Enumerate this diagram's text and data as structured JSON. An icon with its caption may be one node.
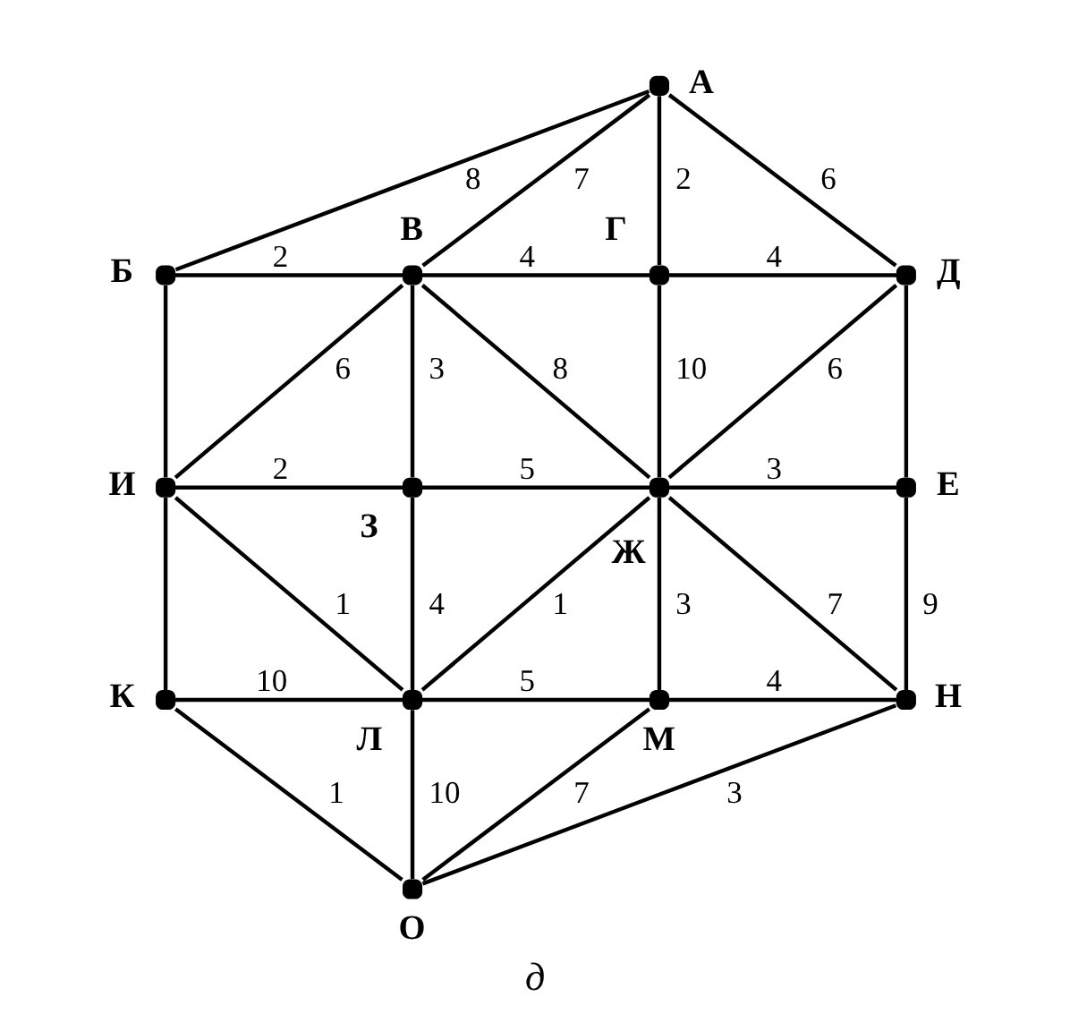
{
  "diagram": {
    "caption": "д",
    "nodes": [
      {
        "text": [
          "А"
        ]
      },
      {
        "text": [
          "Б"
        ]
      },
      {
        "text": [
          "В"
        ]
      },
      {
        "text": [
          "Г"
        ]
      },
      {
        "text": [
          "Д"
        ]
      },
      {
        "text": [
          "И"
        ]
      },
      {
        "text": [
          "З"
        ]
      },
      {
        "text": [
          "Ж"
        ]
      },
      {
        "text": [
          "Е"
        ]
      },
      {
        "text": [
          "К"
        ]
      },
      {
        "text": [
          "Л"
        ]
      },
      {
        "text": [
          "М"
        ]
      },
      {
        "text": [
          "Н"
        ]
      },
      {
        "text": [
          "О"
        ]
      }
    ],
    "edges": [
      {
        "from": 0,
        "to": 1,
        "arrow": "none",
        "label": "8"
      },
      {
        "from": 0,
        "to": 2,
        "arrow": "none",
        "label": "7"
      },
      {
        "from": 0,
        "to": 3,
        "arrow": "none",
        "label": "2"
      },
      {
        "from": 0,
        "to": 4,
        "arrow": "none",
        "label": "6"
      },
      {
        "from": 1,
        "to": 2,
        "arrow": "none",
        "label": "2"
      },
      {
        "from": 2,
        "to": 3,
        "arrow": "none",
        "label": "4"
      },
      {
        "from": 3,
        "to": 4,
        "arrow": "none",
        "label": "4"
      },
      {
        "from": 1,
        "to": 5,
        "arrow": "none"
      },
      {
        "from": 2,
        "to": 5,
        "arrow": "none",
        "label": "6"
      },
      {
        "from": 2,
        "to": 6,
        "arrow": "none",
        "label": "3"
      },
      {
        "from": 2,
        "to": 7,
        "arrow": "none",
        "label": "8"
      },
      {
        "from": 3,
        "to": 7,
        "arrow": "none",
        "label": "10"
      },
      {
        "from": 4,
        "to": 7,
        "arrow": "none",
        "label": "6"
      },
      {
        "from": 4,
        "to": 8,
        "arrow": "none"
      },
      {
        "from": 5,
        "to": 6,
        "arrow": "none",
        "label": "2"
      },
      {
        "from": 6,
        "to": 7,
        "arrow": "none",
        "label": "5"
      },
      {
        "from": 7,
        "to": 8,
        "arrow": "none",
        "label": "3"
      },
      {
        "from": 5,
        "to": 9,
        "arrow": "none"
      },
      {
        "from": 5,
        "to": 10,
        "arrow": "none",
        "label": "1"
      },
      {
        "from": 6,
        "to": 10,
        "arrow": "none",
        "label": "4"
      },
      {
        "from": 7,
        "to": 10,
        "arrow": "none",
        "label": "1"
      },
      {
        "from": 7,
        "to": 11,
        "arrow": "none",
        "label": "3"
      },
      {
        "from": 7,
        "to": 12,
        "arrow": "none",
        "label": "7"
      },
      {
        "from": 8,
        "to": 12,
        "arrow": "none",
        "label": "9"
      },
      {
        "from": 9,
        "to": 10,
        "arrow": "none",
        "label": "10"
      },
      {
        "from": 10,
        "to": 11,
        "arrow": "none",
        "label": "5"
      },
      {
        "from": 11,
        "to": 12,
        "arrow": "none",
        "label": "4"
      },
      {
        "from": 9,
        "to": 13,
        "arrow": "none",
        "label": "1"
      },
      {
        "from": 10,
        "to": 13,
        "arrow": "none",
        "label": "10"
      },
      {
        "from": 11,
        "to": 13,
        "arrow": "none",
        "label": "7"
      },
      {
        "from": 12,
        "to": 13,
        "arrow": "none",
        "label": "3"
      }
    ]
  }
}
